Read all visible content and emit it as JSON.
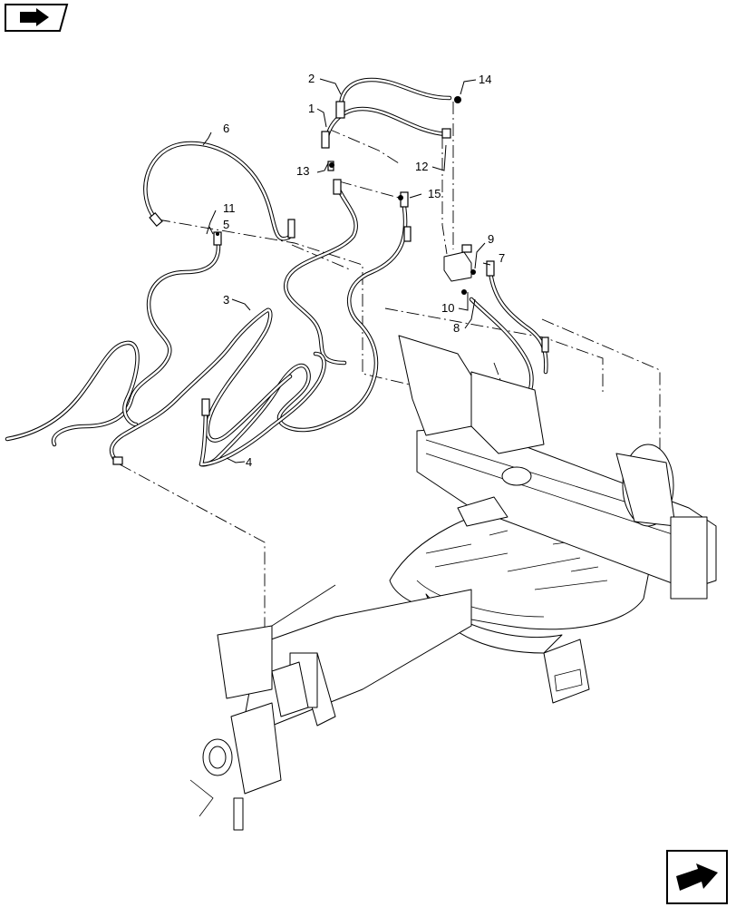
{
  "callouts": [
    {
      "id": "c1",
      "label": "1"
    },
    {
      "id": "c2",
      "label": "2"
    },
    {
      "id": "c3",
      "label": "3"
    },
    {
      "id": "c4",
      "label": "4"
    },
    {
      "id": "c5",
      "label": "5"
    },
    {
      "id": "c6",
      "label": "6"
    },
    {
      "id": "c7",
      "label": "7"
    },
    {
      "id": "c8",
      "label": "8"
    },
    {
      "id": "c9",
      "label": "9"
    },
    {
      "id": "c10",
      "label": "10"
    },
    {
      "id": "c11",
      "label": "11"
    },
    {
      "id": "c12",
      "label": "12"
    },
    {
      "id": "c13",
      "label": "13"
    },
    {
      "id": "c14",
      "label": "14"
    },
    {
      "id": "c15",
      "label": "15"
    }
  ],
  "icons": {
    "top_left": "back-arrow-icon",
    "bottom_right": "forward-arrow-icon"
  }
}
